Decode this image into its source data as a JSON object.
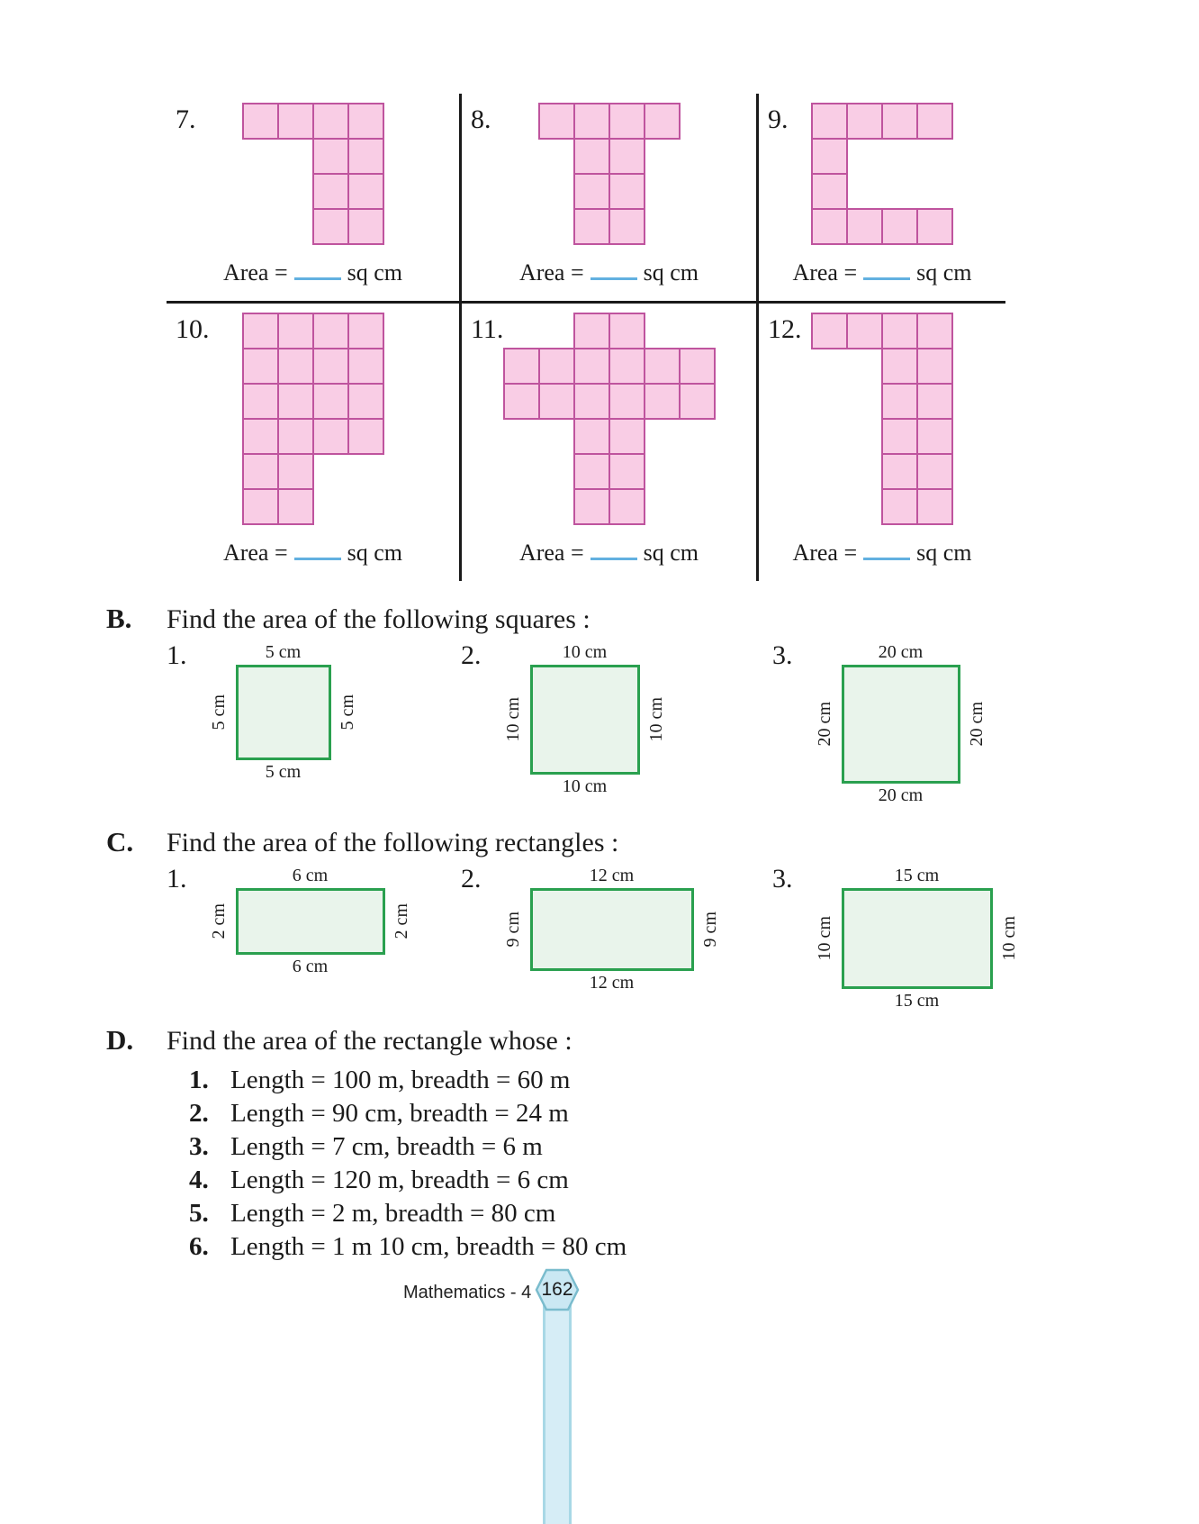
{
  "colors": {
    "pink_fill": "#f9cde5",
    "pink_border": "#bf549e",
    "green_fill": "#e9f4eb",
    "green_border": "#2aa04f",
    "blank_blue": "#62b0e0",
    "ribbon_fill": "#d6edf6",
    "ribbon_border": "#a8d8e6",
    "hex_fill": "#cae8f3",
    "hex_border": "#7abccd"
  },
  "grid_exercises": {
    "area_prefix": "Area =",
    "area_suffix": "sq cm",
    "items": [
      {
        "number": "7.",
        "cols": 4,
        "rows": 4,
        "cells": [
          [
            0,
            0
          ],
          [
            0,
            1
          ],
          [
            0,
            2
          ],
          [
            0,
            3
          ],
          [
            1,
            2
          ],
          [
            1,
            3
          ],
          [
            2,
            2
          ],
          [
            2,
            3
          ],
          [
            3,
            2
          ],
          [
            3,
            3
          ]
        ]
      },
      {
        "number": "8.",
        "cols": 4,
        "rows": 4,
        "cells": [
          [
            0,
            0
          ],
          [
            0,
            1
          ],
          [
            0,
            2
          ],
          [
            0,
            3
          ],
          [
            1,
            1
          ],
          [
            1,
            2
          ],
          [
            2,
            1
          ],
          [
            2,
            2
          ],
          [
            3,
            1
          ],
          [
            3,
            2
          ]
        ]
      },
      {
        "number": "9.",
        "cols": 4,
        "rows": 4,
        "cells": [
          [
            0,
            0
          ],
          [
            0,
            1
          ],
          [
            0,
            2
          ],
          [
            0,
            3
          ],
          [
            1,
            0
          ],
          [
            2,
            0
          ],
          [
            3,
            0
          ],
          [
            3,
            1
          ],
          [
            3,
            2
          ],
          [
            3,
            3
          ]
        ]
      },
      {
        "number": "10.",
        "cols": 4,
        "rows": 6,
        "cells": [
          [
            0,
            0
          ],
          [
            0,
            1
          ],
          [
            0,
            2
          ],
          [
            0,
            3
          ],
          [
            1,
            0
          ],
          [
            1,
            1
          ],
          [
            1,
            2
          ],
          [
            1,
            3
          ],
          [
            2,
            0
          ],
          [
            2,
            1
          ],
          [
            2,
            2
          ],
          [
            2,
            3
          ],
          [
            3,
            0
          ],
          [
            3,
            1
          ],
          [
            3,
            2
          ],
          [
            3,
            3
          ],
          [
            4,
            0
          ],
          [
            4,
            1
          ],
          [
            5,
            0
          ],
          [
            5,
            1
          ]
        ]
      },
      {
        "number": "11.",
        "cols": 6,
        "rows": 6,
        "cells": [
          [
            0,
            2
          ],
          [
            0,
            3
          ],
          [
            1,
            0
          ],
          [
            1,
            1
          ],
          [
            1,
            2
          ],
          [
            1,
            3
          ],
          [
            1,
            4
          ],
          [
            1,
            5
          ],
          [
            2,
            0
          ],
          [
            2,
            1
          ],
          [
            2,
            2
          ],
          [
            2,
            3
          ],
          [
            2,
            4
          ],
          [
            2,
            5
          ],
          [
            3,
            2
          ],
          [
            3,
            3
          ],
          [
            4,
            2
          ],
          [
            4,
            3
          ],
          [
            5,
            2
          ],
          [
            5,
            3
          ]
        ]
      },
      {
        "number": "12.",
        "cols": 4,
        "rows": 6,
        "cells": [
          [
            0,
            0
          ],
          [
            0,
            1
          ],
          [
            0,
            2
          ],
          [
            0,
            3
          ],
          [
            1,
            2
          ],
          [
            1,
            3
          ],
          [
            2,
            2
          ],
          [
            2,
            3
          ],
          [
            3,
            2
          ],
          [
            3,
            3
          ],
          [
            4,
            2
          ],
          [
            4,
            3
          ],
          [
            5,
            2
          ],
          [
            5,
            3
          ]
        ]
      }
    ]
  },
  "section_b": {
    "letter": "B.",
    "title": "Find the area of the following squares :",
    "items": [
      {
        "number": "1.",
        "label": "5 cm",
        "size": 106
      },
      {
        "number": "2.",
        "label": "10 cm",
        "size": 122
      },
      {
        "number": "3.",
        "label": "20 cm",
        "size": 132
      }
    ]
  },
  "section_c": {
    "letter": "C.",
    "title": "Find the area of the following rectangles :",
    "items": [
      {
        "number": "1.",
        "width_label": "6 cm",
        "height_label": "2 cm",
        "width": 166,
        "height": 74
      },
      {
        "number": "2.",
        "width_label": "12 cm",
        "height_label": "9 cm",
        "width": 182,
        "height": 92
      },
      {
        "number": "3.",
        "width_label": "15 cm",
        "height_label": "10 cm",
        "width": 168,
        "height": 112
      }
    ]
  },
  "section_d": {
    "letter": "D.",
    "title": "Find the area of the rectangle whose :",
    "items": [
      {
        "number": "1.",
        "text": "Length = 100 m, breadth = 60 m"
      },
      {
        "number": "2.",
        "text": "Length = 90 cm, breadth = 24 m"
      },
      {
        "number": "3.",
        "text": "Length = 7 cm, breadth = 6 m"
      },
      {
        "number": "4.",
        "text": "Length = 120 m, breadth = 6 cm"
      },
      {
        "number": "5.",
        "text": "Length = 2 m, breadth = 80 cm"
      },
      {
        "number": "6.",
        "text": "Length = 1 m 10 cm, breadth = 80 cm"
      }
    ]
  },
  "footer": {
    "book_label": "Mathematics - 4",
    "page_number": "162"
  }
}
